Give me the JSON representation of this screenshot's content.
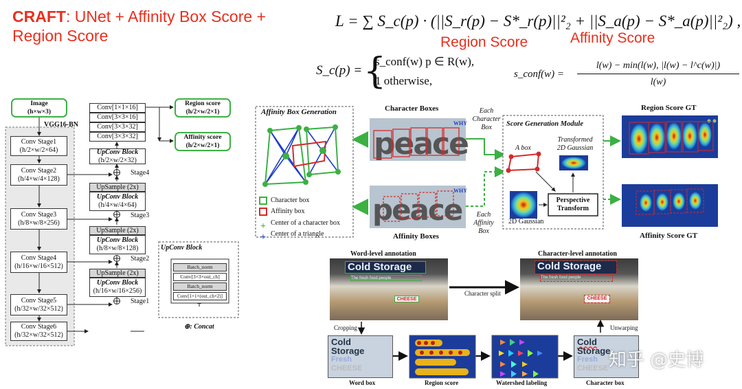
{
  "header": {
    "title_bold": "CRAFT",
    "title_rest": ": UNet + Affinity Box Score + Region Score",
    "loss_formula": "L = ∑ S_c(p) · (||S_r(p) − S*_r(p)||²₂ + ||S_a(p) − S*_a(p)||²₂) ,",
    "region_score_label": "Region Score",
    "affinity_score_label": "Affinity Score",
    "sc_lhs": "S_c(p) =",
    "sc_case1": "s_conf(w)    p ∈ R(w),",
    "sc_case2": "1              otherwise,",
    "sconf_lhs": "s_conf(w) =",
    "sconf_num": "l(w) − min(l(w), |l(w) − l^c(w)|)",
    "sconf_den": "l(w)"
  },
  "arch": {
    "input_title": "Image",
    "input_dims": "(h×w×3)",
    "backbone": "VGG16-BN",
    "stages": [
      {
        "name": "Conv Stage1",
        "dims": "(h/2×w/2×64)"
      },
      {
        "name": "Conv Stage2",
        "dims": "(h/4×w/4×128)"
      },
      {
        "name": "Conv Stage3",
        "dims": "(h/8×w/8×256)"
      },
      {
        "name": "Conv Stage4",
        "dims": "(h/16×w/16×512)"
      },
      {
        "name": "Conv Stage5",
        "dims": "(h/32×w/32×512)"
      },
      {
        "name": "Conv Stage6",
        "dims": "(h/32×w/32×512)"
      }
    ],
    "head_convs": [
      "Conv[1×1×16]",
      "Conv[3×3×16]",
      "Conv[3×3×32]",
      "Conv[3×3×32]"
    ],
    "outputs": [
      {
        "title": "Region score",
        "dims": "(h/2×w/2×1)"
      },
      {
        "title": "Affinity score",
        "dims": "(h/2×w/2×1)"
      }
    ],
    "upconv_blocks": [
      {
        "upsample": "",
        "label": "UpConv Block",
        "dims": "(h/2×w/2×32)",
        "stage": "Stage4"
      },
      {
        "upsample": "UpSample (2x)",
        "label": "UpConv Block",
        "dims": "(h/4×w/4×64)",
        "stage": "Stage3"
      },
      {
        "upsample": "UpSample (2x)",
        "label": "UpConv Block",
        "dims": "(h/8×w/8×128)",
        "stage": "Stage2"
      },
      {
        "upsample": "UpSample (2x)",
        "label": "UpConv Block",
        "dims": "(h/16×w/16×256)",
        "stage": "Stage1"
      }
    ],
    "legend_title": "UpConv Block",
    "legend_layers": [
      "Batch_norm",
      "Conv[3×3×out_ch]",
      "Batch_norm",
      "Conv[1×1×(out_ch×2)]"
    ],
    "concat_label": "⊕: Concat"
  },
  "gt_pipeline": {
    "affinity_gen_title": "Affinity Box Generation",
    "legend": [
      "Character box",
      "Affinity box",
      "Center of a character box",
      "Center of a triangle"
    ],
    "char_boxes_title": "Character Boxes",
    "affinity_boxes_title": "Affinity Boxes",
    "each_char_box": "Each Character Box",
    "each_affinity_box": "Each Affinity Box",
    "module_title": "Score Generation Module",
    "a_box": "A box",
    "transformed_gaussian": "Transformed 2D Gaussian",
    "gaussian_2d": "2D Gaussian",
    "perspective_transform": "Perspective Transform",
    "region_gt": "Region Score GT",
    "affinity_gt": "Affinity Score GT",
    "sample_word": "peace",
    "sample_logo": "WHY"
  },
  "weak_supervision": {
    "word_level": "Word-level annotation",
    "char_level": "Character-level annotation",
    "char_split": "Character split",
    "cropping": "Cropping",
    "unwarping": "Unwarping",
    "steps": [
      "Word box",
      "Region score",
      "Watershed labeling",
      "Character box"
    ],
    "sign_text": "Cold Storage",
    "sign_sub": "The fresh food people",
    "sign_cheese": "CHEESE",
    "crop_lines": [
      "Cold",
      "Storage",
      "Fresh",
      "CHEESE"
    ]
  },
  "watermark": "知乎 @史博",
  "colors": {
    "title_red": "#e8301e",
    "green": "#3cb043",
    "red_box": "#d42a2a",
    "blue": "#1a3cc8",
    "heat_bg": "#1b3c9a"
  }
}
